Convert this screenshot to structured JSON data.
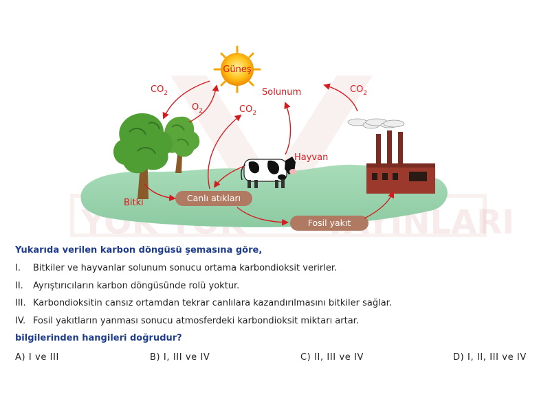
{
  "diagram": {
    "sun_label": "Güneş",
    "co2_left": "CO2",
    "o2": "O2",
    "co2_mid": "CO2",
    "solunum": "Solunum",
    "co2_right": "CO2",
    "hayvan": "Hayvan",
    "bitki": "Bitki",
    "canli_atiklari": "Canlı atıkları",
    "fosil_yakit": "Fosil yakıt",
    "watermark_left": "YOK YOK",
    "watermark_right": "YAYINLARI"
  },
  "question": {
    "stem": "Yukarıda verilen karbon döngüsü şemasına göre,",
    "items": [
      {
        "num": "I.",
        "text": "Bitkiler ve hayvanlar solunum sonucu ortama karbondioksit verirler."
      },
      {
        "num": "II.",
        "text": "Ayrıştırıcıların karbon döngüsünde rolü yoktur."
      },
      {
        "num": "III.",
        "text": "Karbondioksitin cansız ortamdan tekrar canlılara kazandırılmasını bitkiler sağlar."
      },
      {
        "num": "IV.",
        "text": "Fosil yakıtların yanması sonucu atmosferdeki karbondioksit miktarı artar."
      }
    ],
    "tail": "bilgilerinden hangileri doğrudur?",
    "options": [
      "A) I ve III",
      "B) I, III ve IV",
      "C) II, III ve IV",
      "D) I, II, III ve IV"
    ]
  },
  "colors": {
    "arrow": "#d61b1f",
    "label": "#d61b1f",
    "pill": "#b07a62",
    "ground": "#9ed3b0",
    "question_heading": "#1f3d8c",
    "factory": "#9b3a2c"
  }
}
